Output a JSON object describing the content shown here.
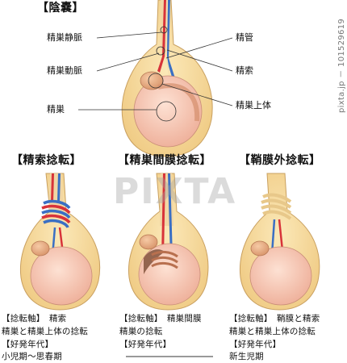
{
  "top": {
    "title": "【陰嚢】",
    "labels": {
      "vein": "精巣静脈",
      "artery": "精巣動脈",
      "testis": "精巣",
      "vas": "精管",
      "cord": "精索",
      "epididymis": "精巣上体"
    }
  },
  "panels": [
    {
      "heading": "【精索捻転】",
      "lines": [
        "【捻転軸】　精索",
        "精巣と精巣上体の捻転",
        "【好発年代】",
        "小児期～思春期"
      ]
    },
    {
      "heading": "【精巣間膜捻転】",
      "lines": [
        "【捻転軸】　精巣間膜",
        "精巣の捻転",
        "【好発年代】",
        ""
      ]
    },
    {
      "heading": "【鞘膜外捻転】",
      "lines": [
        "【捻転軸】　鞘膜と精索",
        "精巣と精巣上体の捻転",
        "【好発年代】",
        "新生児期"
      ]
    }
  ],
  "watermark": "PIXTA",
  "side_text": "pixta.jp － 101529619",
  "colors": {
    "sac": "#f4d89a",
    "sac_outline": "#c9a060",
    "testis": "#f6c4b0",
    "epididymis": "#e8ad88",
    "artery": "#d8333a",
    "vein": "#3a6fc4"
  }
}
